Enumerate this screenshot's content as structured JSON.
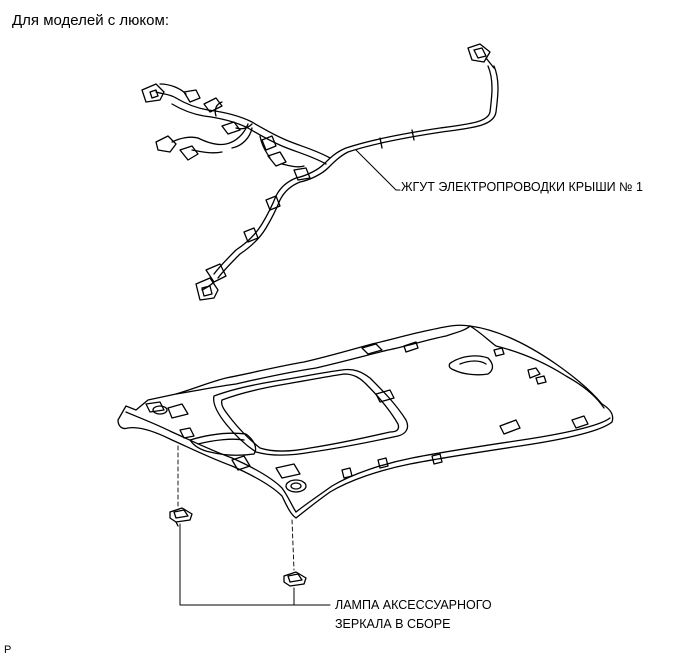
{
  "caption": "Для моделей с люком:",
  "labels": {
    "harness": "ЖГУТ ЭЛЕКТРОПРОВОДКИ КРЫШИ № 1",
    "lamp_line1": "ЛАМПА АКСЕССУАРНОГО",
    "lamp_line2": "ЗЕРКАЛА В СБОРЕ"
  },
  "page_marker": "P"
}
